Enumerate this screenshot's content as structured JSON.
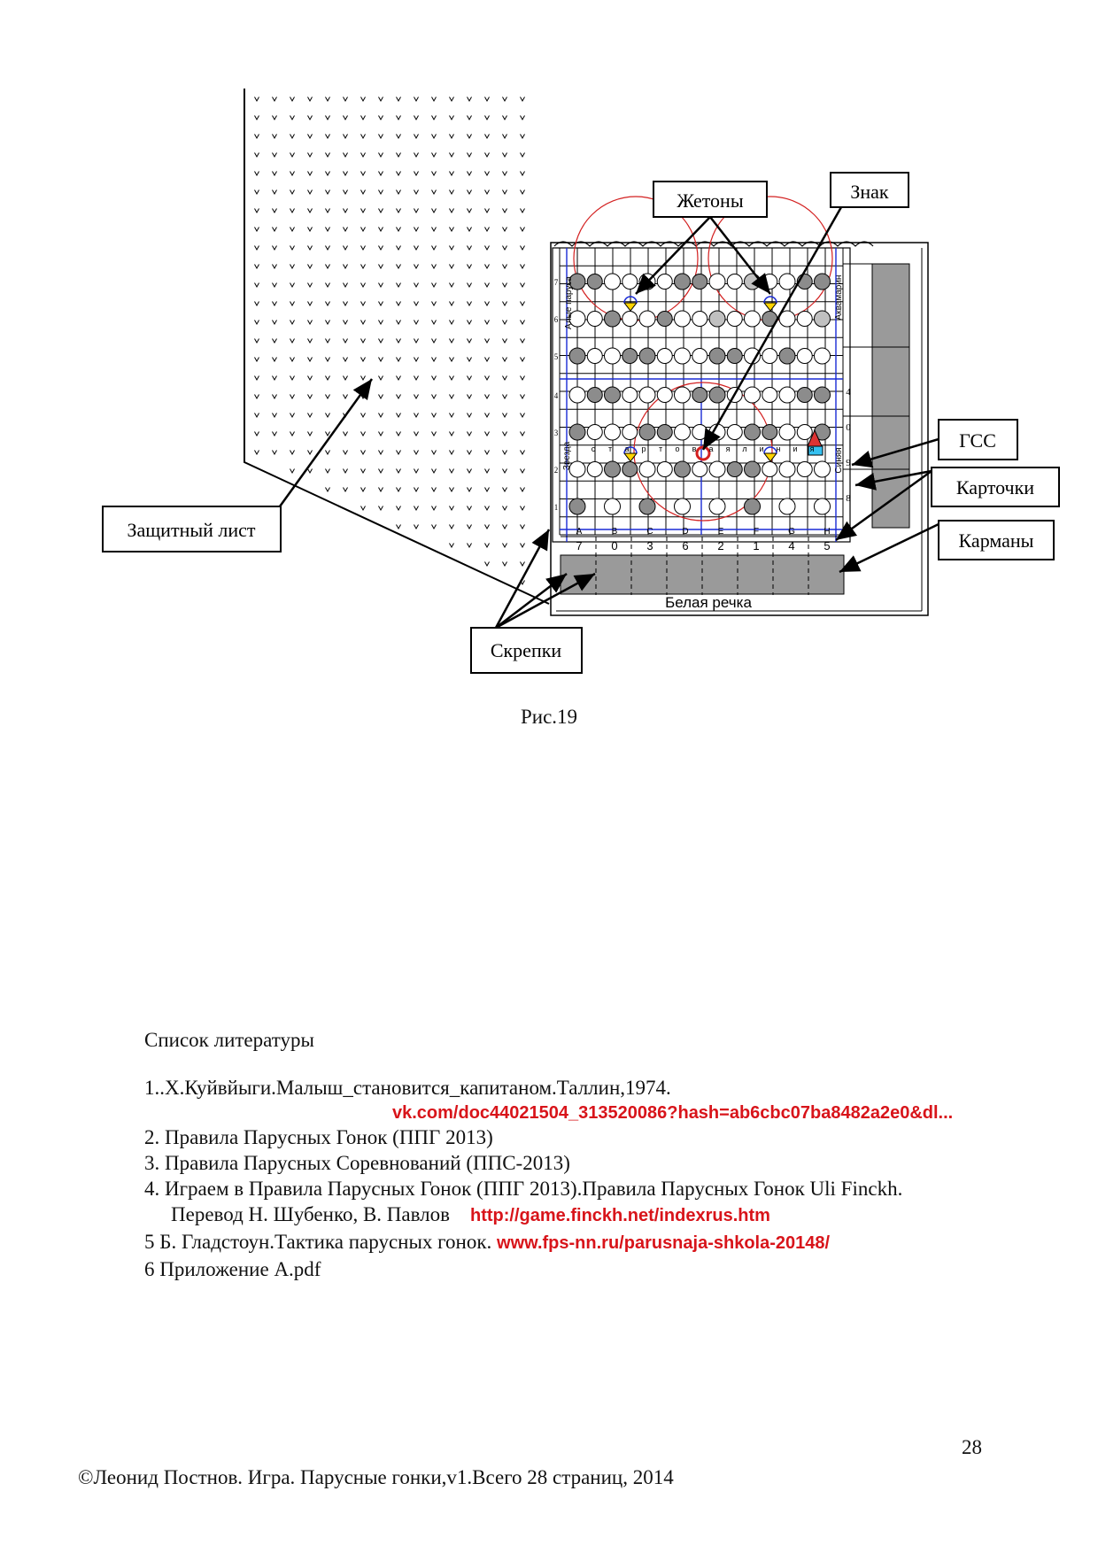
{
  "figure": {
    "callouts": {
      "tokens": "Жетоны",
      "sign": "Знак",
      "gss": "ГСС",
      "cards": "Карточки",
      "pockets": "Карманы",
      "protective_sheet": "Защитный лист",
      "clips": "Скрепки"
    },
    "board": {
      "river_label": "Белая речка",
      "column_letters": [
        "A",
        "B",
        "C",
        "D",
        "E",
        "F",
        "G",
        "H"
      ],
      "row_numbers": [
        "7",
        "6",
        "5",
        "4",
        "3",
        "2",
        "1"
      ],
      "bottom_digits": [
        "7",
        "0",
        "3",
        "6",
        "2",
        "1",
        "4",
        "5"
      ],
      "right_digits": [
        "4",
        "0",
        "9",
        "8"
      ],
      "side_label_left_top": "Алые паруса",
      "side_label_left_bottom": "Звезда",
      "side_label_right_top": "Аквамарин",
      "side_label_right_bottom": "Синяя",
      "start_line_letters": [
        "с",
        "т",
        "а",
        "р",
        "т",
        "о",
        "в",
        "а",
        "я",
        "л",
        "и",
        "н",
        "и",
        "я"
      ]
    },
    "colors": {
      "grid_line": "#000000",
      "blue_line": "#1a2bd6",
      "red_circle": "#d32020",
      "token_dark": "#8c8c8c",
      "token_light": "#c0c0c0",
      "pocket_fill": "#9a9a9a",
      "marker_yellow": "#ffd400",
      "link_red": "#d8141a"
    }
  },
  "caption": "Рис.19",
  "bibliography": {
    "heading": "Список литературы",
    "entries": [
      {
        "text": "1..Х.Куйвйыги.Малыш_становится_капитаном.Таллин,1974."
      },
      {
        "link": "vk.com/doc44021504_313520086?hash=ab6cbc07ba8482a2e0&dl..."
      },
      {
        "text": "2. Правила Парусных Гонок (ППГ 2013)"
      },
      {
        "text": "3. Правила Парусных Соревнований (ППС-2013)"
      },
      {
        "text": "4. Играем в Правила Парусных Гонок (ППГ 2013).Правила Парусных Гонок  Uli Finckh."
      },
      {
        "text": "Перевод Н. Шубенко, В. Павлов",
        "link": "http://game.finckh.net/indexrus.htm"
      },
      {
        "text": "5 Б. Гладстоун.Тактика парусных гонок.",
        "link": "www.fps-nn.ru/parusnaja-shkola-20148/"
      },
      {
        "text": "6 Приложение А.pdf"
      }
    ]
  },
  "page_number": "28",
  "footer": "©Леонид Постнов. Игра. Парусные гонки,v1.Всего 28 страниц, 2014"
}
